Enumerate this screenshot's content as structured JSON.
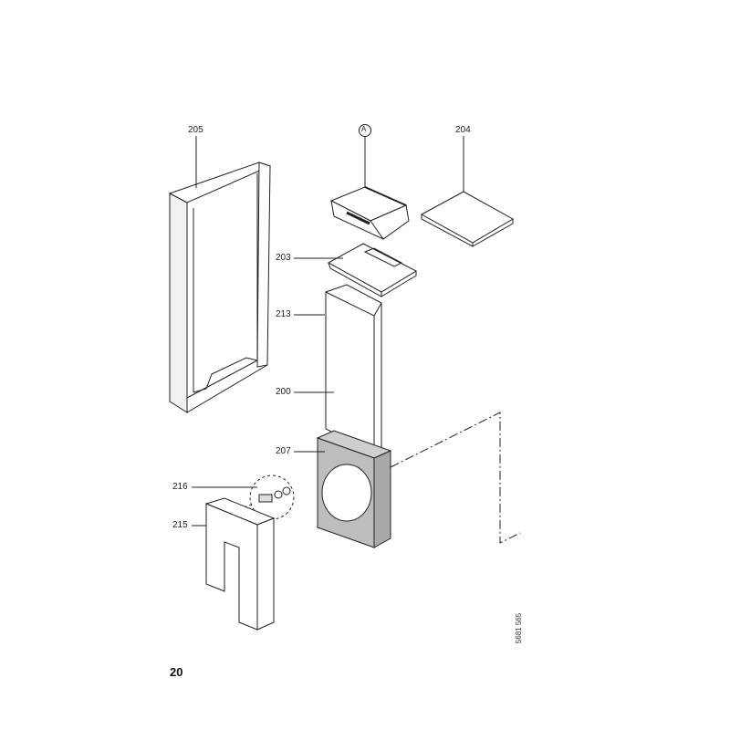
{
  "diagram": {
    "callouts": {
      "p205": "205",
      "pA": "A",
      "p204": "204",
      "p203": "203",
      "p213": "213",
      "p200": "200",
      "p207": "207",
      "p216": "216",
      "p215": "215"
    },
    "page_number": "20",
    "document_number": "5681 565",
    "colors": {
      "line": "#222222",
      "panel_fill": "#bdbdbd"
    }
  }
}
